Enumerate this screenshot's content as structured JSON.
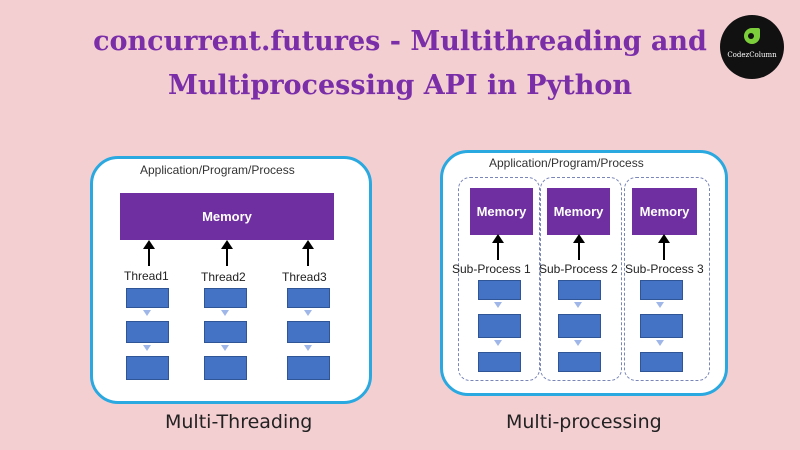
{
  "title": {
    "line1": "concurrent.futures - Multithreading and",
    "line2": "Multiprocessing API in Python"
  },
  "logo": {
    "text": "CodezColumn"
  },
  "threading": {
    "app_label": "Application/Program/Process",
    "memory_label": "Memory",
    "threads": [
      "Thread1",
      "Thread2",
      "Thread3"
    ],
    "caption": "Multi-Threading"
  },
  "processing": {
    "app_label": "Application/Program/Process",
    "memory_labels": [
      "Memory",
      "Memory",
      "Memory"
    ],
    "subprocesses": [
      "Sub-Process 1",
      "Sub-Process 2",
      "Sub-Process 3"
    ],
    "caption": "Multi-processing"
  },
  "colors": {
    "title": "#7a2ea8",
    "background": "#f4cfd2",
    "panel_border": "#2aa8e0",
    "memory": "#6f2fa1",
    "task": "#4472c4"
  }
}
